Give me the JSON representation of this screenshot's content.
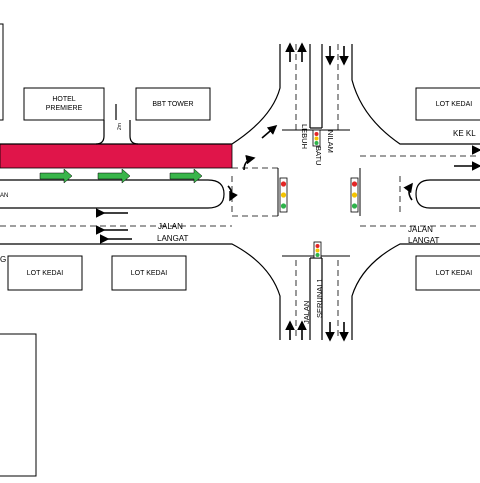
{
  "buildings": {
    "hotel": [
      "HOTEL",
      "PREMIERE"
    ],
    "bbt_tower": "BBT TOWER",
    "lot_kedai_ne": "LOT KEDAI",
    "lot_kedai_w1": "LOT KEDAI",
    "lot_kedai_w2": "LOT KEDAI",
    "lot_kedai_se": "LOT KEDAI"
  },
  "roads": {
    "lebuh_batu_nilam": [
      "LEBUH",
      "BATU",
      "NILAM"
    ],
    "jalan_serunai": [
      "JALAN",
      "SERUNAI 1"
    ],
    "jalan_langat_west": [
      "JALAN",
      "LANGAT"
    ],
    "jalan_langat_east": [
      "JALAN",
      "LANGAT"
    ],
    "ke_klang": "KE KL",
    "west_edge": "AN",
    "west_edge_2": "G",
    "service_lane": "2m"
  },
  "colors": {
    "highlight": "#e0154a",
    "green_arrow": "#39b54a",
    "road_line": "#000000",
    "signal_red": "#e32626",
    "signal_amber": "#f4c300",
    "signal_green": "#2db34a"
  }
}
